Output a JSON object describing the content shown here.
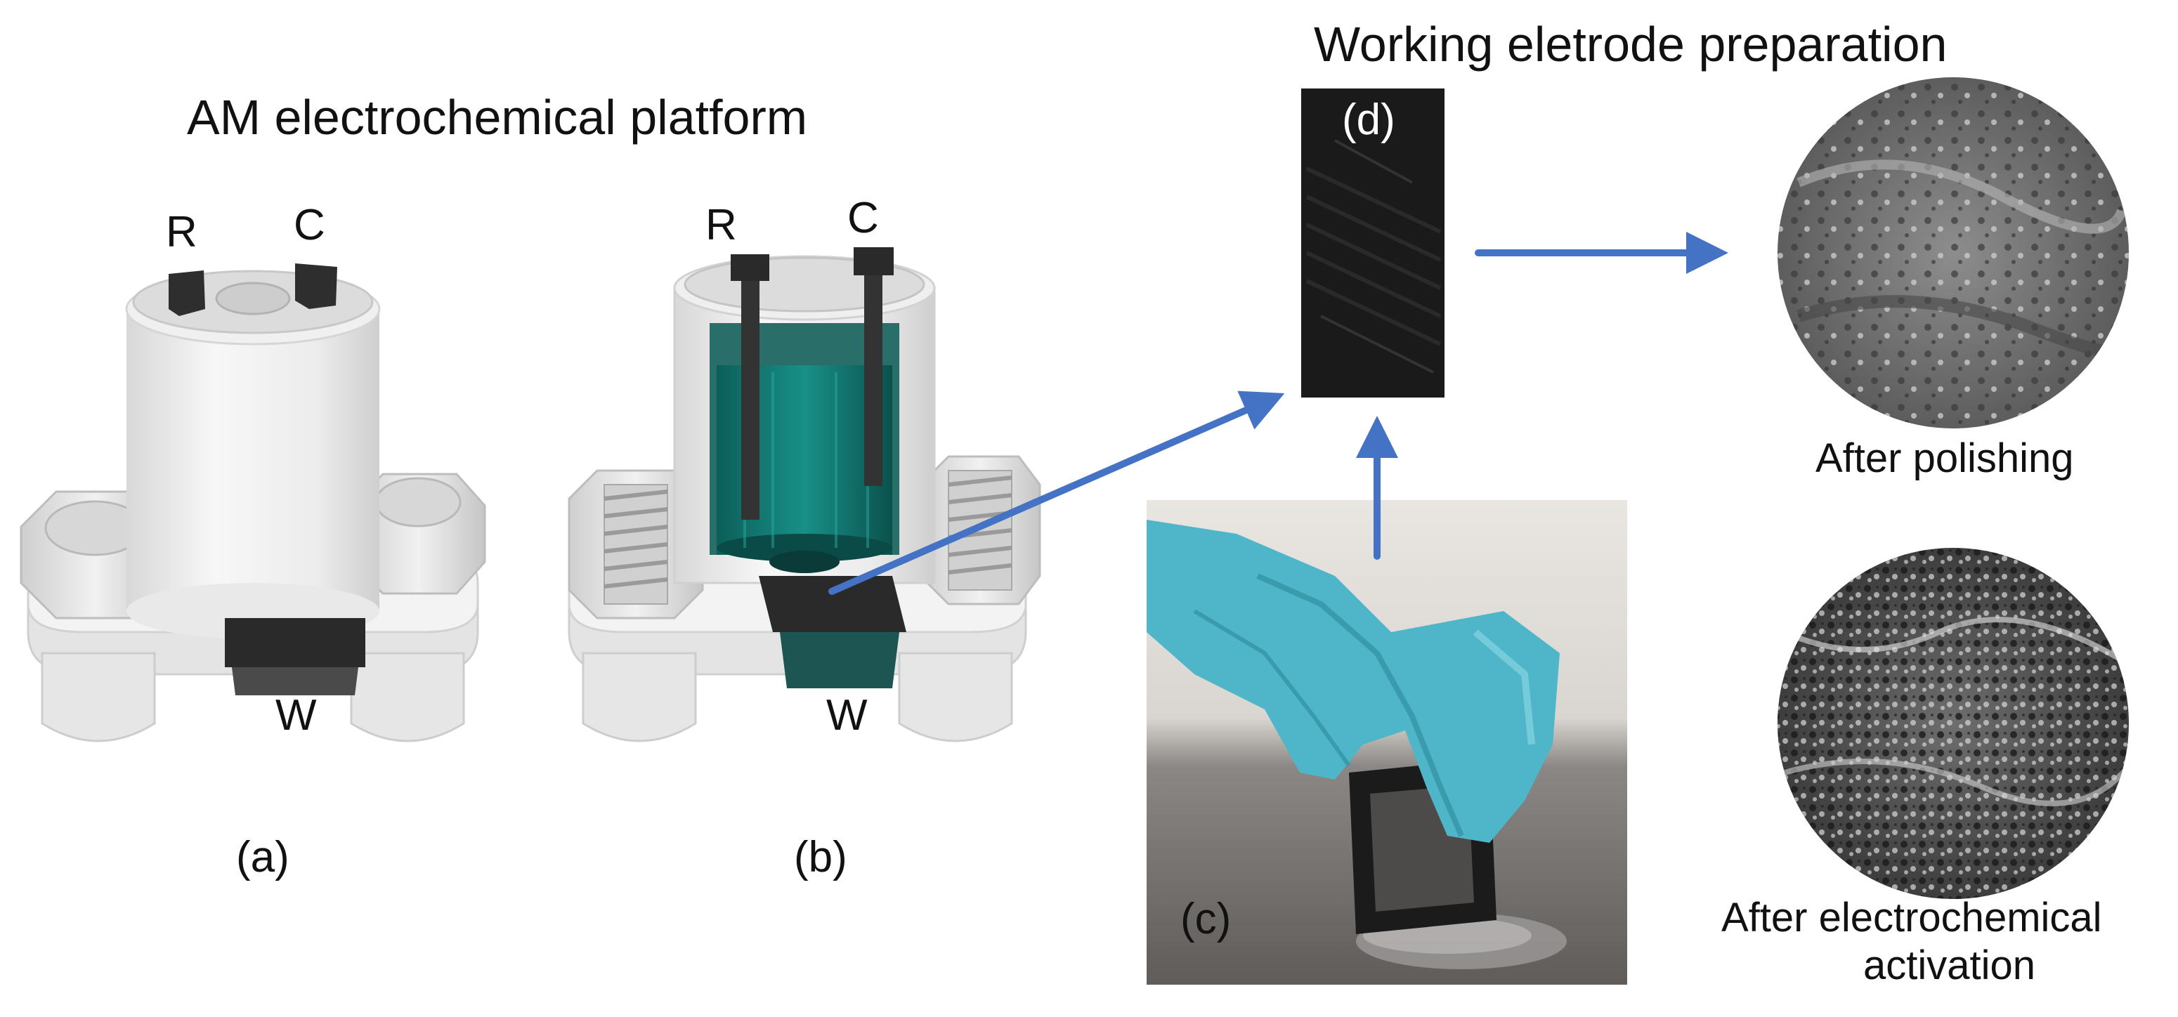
{
  "titles": {
    "platform": "AM electrochemical platform",
    "electrode_prep": "Working eletrode preparation"
  },
  "cell_a": {
    "reference_label": "R",
    "counter_label": "C",
    "working_label": "W",
    "panel_label": "(a)"
  },
  "cell_b": {
    "reference_label": "R",
    "counter_label": "C",
    "working_label": "W",
    "panel_label": "(b)"
  },
  "photo_c": {
    "panel_label": "(c)"
  },
  "photo_d": {
    "panel_label": "(d)"
  },
  "sem": {
    "polished_caption": "After polishing",
    "activated_caption_line1": "After electrochemical",
    "activated_caption_line2": "activation"
  },
  "colors": {
    "arrow": "#4472C4",
    "cell_body": "#eeeeee",
    "electrolyte": "#0f6e68",
    "electrode": "#2b2b2b",
    "glove": "#4fb6c9"
  }
}
